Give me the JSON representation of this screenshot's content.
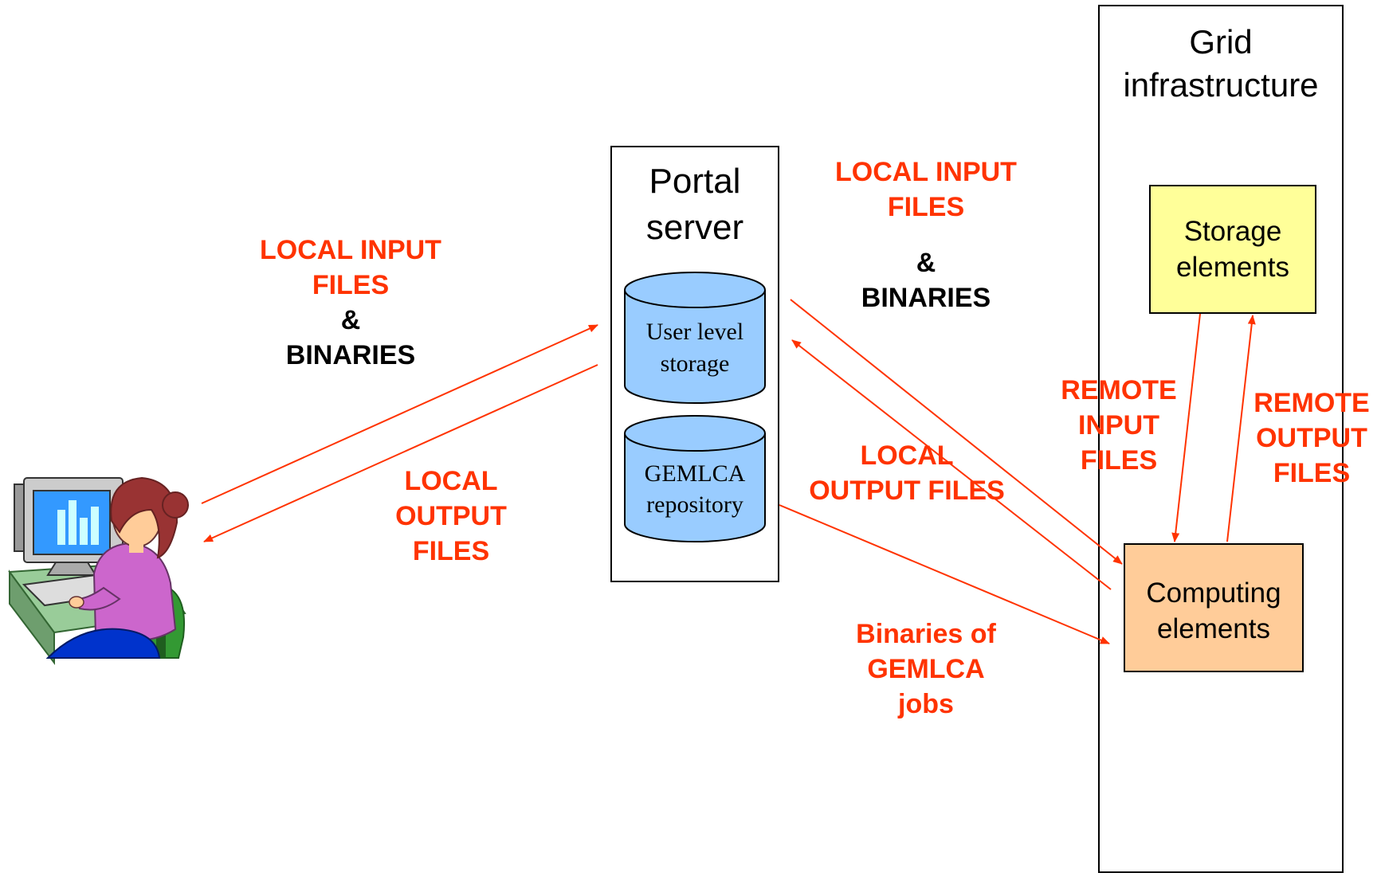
{
  "grid": {
    "title_line1": "Grid",
    "title_line2": "infrastructure"
  },
  "portal": {
    "title_line1": "Portal",
    "title_line2": "server"
  },
  "cylinders": {
    "user_storage_line1": "User level",
    "user_storage_line2": "storage",
    "gemlca_line1": "GEMLCA",
    "gemlca_line2": "repository"
  },
  "storage": {
    "line1": "Storage",
    "line2": "elements"
  },
  "computing": {
    "line1": "Computing",
    "line2": "elements"
  },
  "labels": {
    "left_input_line1": "LOCAL INPUT",
    "left_input_line2": "FILES",
    "left_and": "&",
    "left_binaries": "BINARIES",
    "left_output_line1": "LOCAL",
    "left_output_line2": "OUTPUT",
    "left_output_line3": "FILES",
    "right_input_line1": "LOCAL INPUT",
    "right_input_line2": "FILES",
    "right_and": "&",
    "right_binaries": "BINARIES",
    "right_output_line1": "LOCAL",
    "right_output_line2": "OUTPUT FILES",
    "remote_input_line1": "REMOTE",
    "remote_input_line2": "INPUT",
    "remote_input_line3": "FILES",
    "remote_output_line1": "REMOTE",
    "remote_output_line2": "OUTPUT",
    "remote_output_line3": "FILES",
    "binaries_line1": "Binaries of",
    "binaries_line2": "GEMLCA",
    "binaries_line3": "jobs"
  },
  "colors": {
    "arrow": "#ff3300",
    "cylinder_fill": "#99ccff",
    "storage_fill": "#ffff99",
    "computing_fill": "#ffcc99"
  }
}
